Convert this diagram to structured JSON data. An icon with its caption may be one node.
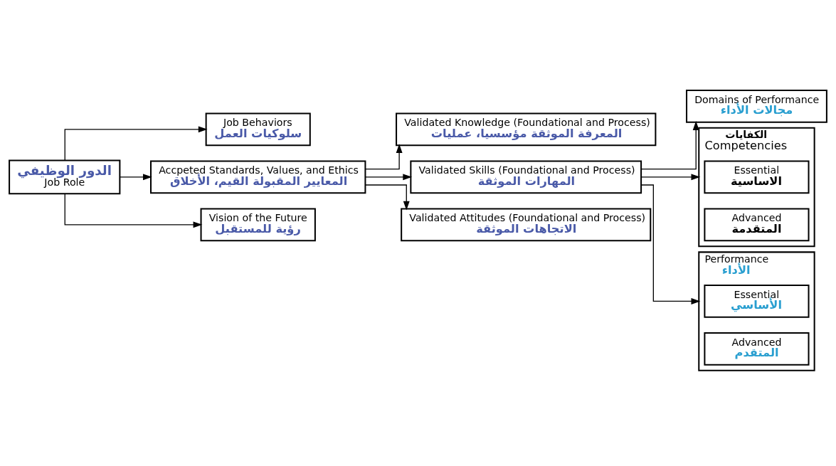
{
  "diagram": {
    "nodes": [
      {
        "text": [
          "الدور الوظيفي",
          "Job Role"
        ]
      },
      {
        "text": [
          "Job Behaviors",
          "سلوكيات العمل"
        ]
      },
      {
        "text": [
          "Accpeted Standards, Values, and Ethics",
          "المعايير المقبولة القيم، الأخلاق"
        ]
      },
      {
        "text": [
          "Vision of the Future",
          "رؤية للمستقبل"
        ]
      },
      {
        "text": [
          "Validated Knowledge (Foundational and Process)",
          "المعرفة الموثقة مؤسسيا، عمليات"
        ]
      },
      {
        "text": [
          "Validated Skills (Foundational and Process)",
          "المهارات الموثقة"
        ]
      },
      {
        "text": [
          "Validated Attitudes (Foundational and Process)",
          "الاتجاهات الموثقة"
        ]
      },
      {
        "text": [
          "Domains of Performance",
          "مجالات الأداء"
        ]
      },
      {
        "text": [
          "الكفايات",
          "Competencies"
        ]
      },
      {
        "text": [
          "Essential",
          "الاساسية"
        ],
        "in": 8
      },
      {
        "text": [
          "Advanced",
          "المتقدمة"
        ],
        "in": 8
      },
      {
        "text": [
          "Performance",
          "الأداء"
        ]
      },
      {
        "text": [
          "Essential",
          "الأساسي"
        ],
        "in": 11
      },
      {
        "text": [
          "Advanced",
          "المتقدم"
        ],
        "in": 11
      }
    ],
    "edges": [
      {
        "from": 0,
        "to": 1,
        "arrow": "to"
      },
      {
        "from": 0,
        "to": 2,
        "arrow": "to"
      },
      {
        "from": 0,
        "to": 3,
        "arrow": "to"
      },
      {
        "from": 2,
        "to": 4,
        "arrow": "to"
      },
      {
        "from": 2,
        "to": 5,
        "arrow": "to"
      },
      {
        "from": 2,
        "to": 6,
        "arrow": "to"
      },
      {
        "from": 5,
        "to": 7,
        "arrow": "to"
      },
      {
        "from": 5,
        "to": 8,
        "arrow": "to"
      },
      {
        "from": 5,
        "to": 11,
        "arrow": "to"
      }
    ]
  }
}
